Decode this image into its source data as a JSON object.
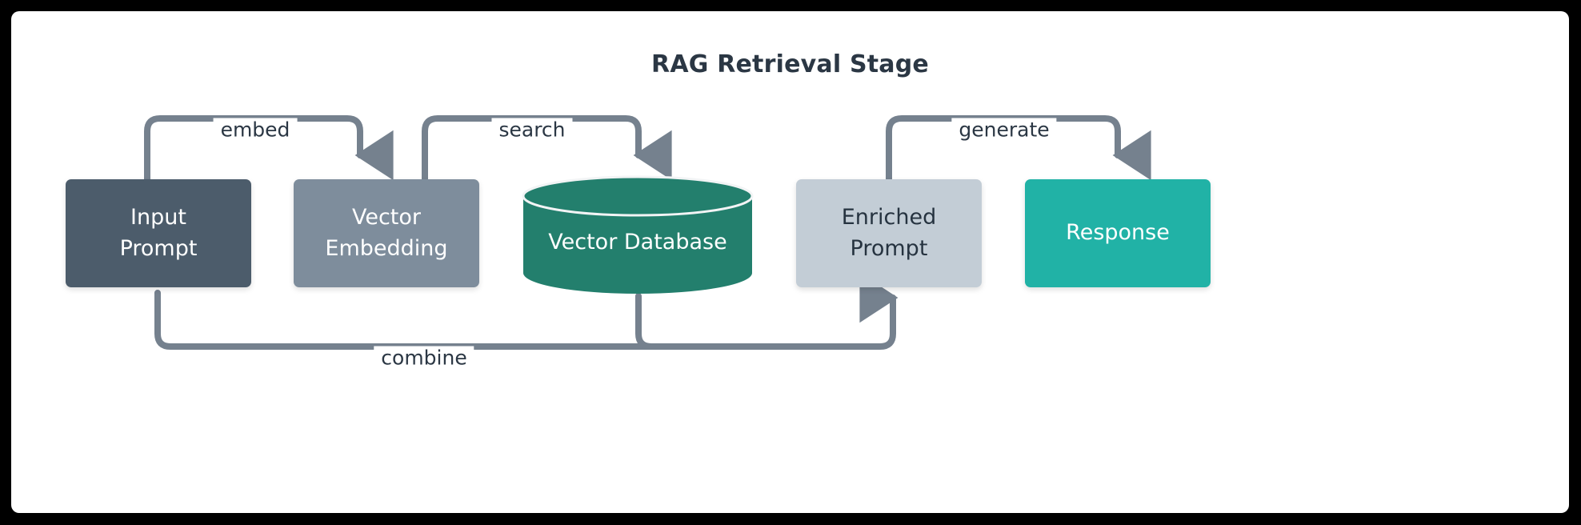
{
  "diagram": {
    "title": "RAG Retrieval Stage",
    "type": "flowchart",
    "background": "#000000",
    "canvas": "#ffffff",
    "edge_color": "#75818e",
    "nodes": [
      {
        "id": "input",
        "label": "Input\nPrompt",
        "shape": "rounded-rect",
        "fill": "#4c5c6b",
        "text_color": "#ffffff"
      },
      {
        "id": "embedding",
        "label": "Vector\nEmbedding",
        "shape": "rounded-rect",
        "fill": "#7e8d9c",
        "text_color": "#ffffff"
      },
      {
        "id": "database",
        "label": "Vector Database",
        "shape": "cylinder",
        "fill": "#237f6d",
        "text_color": "#ffffff"
      },
      {
        "id": "enriched",
        "label": "Enriched\nPrompt",
        "shape": "rounded-rect",
        "fill": "#c3cdd6",
        "text_color": "#263340"
      },
      {
        "id": "response",
        "label": "Response",
        "shape": "rounded-rect",
        "fill": "#21b2a6",
        "text_color": "#ffffff"
      }
    ],
    "edges": [
      {
        "id": "embed",
        "label": "embed",
        "from": "input",
        "to": "embedding",
        "route": "top"
      },
      {
        "id": "search",
        "label": "search",
        "from": "embedding",
        "to": "database",
        "route": "top"
      },
      {
        "id": "generate",
        "label": "generate",
        "from": "enriched",
        "to": "response",
        "route": "top"
      },
      {
        "id": "combine",
        "label": "combine",
        "from": "input",
        "to": "enriched",
        "route": "bottom"
      }
    ]
  }
}
